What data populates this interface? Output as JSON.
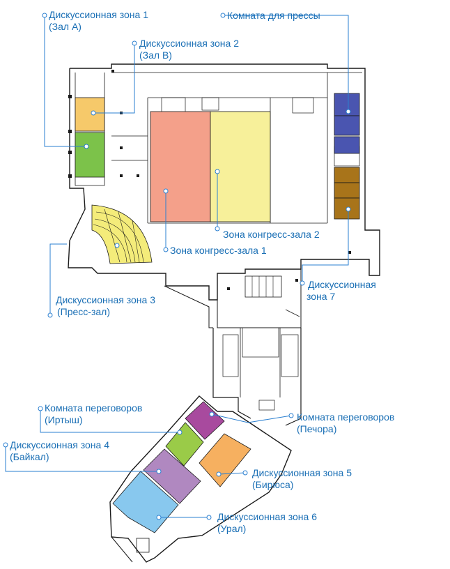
{
  "colors": {
    "label": "#1a6fb5",
    "leader": "#2a7fd0",
    "wall": "#1a1a1a",
    "zone1": "#f6c96a",
    "zone2": "#7cc24a",
    "zone3": "#f4ec7a",
    "congress1": "#f4a08a",
    "congress2": "#f7f09a",
    "press_room": "#4a55b0",
    "zone7": "#a8741a",
    "irtysh": "#a84a9e",
    "pechora": "#9acb48",
    "zone4": "#b088c0",
    "zone5": "#f6b060",
    "zone6": "#88c8ee"
  },
  "labels": {
    "zone1": {
      "line1": "Дискуссионная зона 1",
      "line2": "(Зал А)"
    },
    "zone2": {
      "line1": "Дискуссионная зона 2",
      "line2": "(Зал B)"
    },
    "press_room": {
      "line1": "Комната для прессы"
    },
    "congress2": {
      "line1": "Зона конгресс-зала 2"
    },
    "congress1": {
      "line1": "Зона конгресс-зала 1"
    },
    "zone3": {
      "line1": "Дискуссионная зона 3",
      "line2": "(Пресс-зал)"
    },
    "zone7": {
      "line1": "Дискуссионная",
      "line2": "зона 7"
    },
    "irtysh": {
      "line1": "Комната переговоров",
      "line2": "(Иртыш)"
    },
    "pechora": {
      "line1": "Комната переговоров",
      "line2": "(Печора)"
    },
    "zone4": {
      "line1": "Дискуссионная зона 4",
      "line2": "(Байкал)"
    },
    "zone5": {
      "line1": "Дискуссионная зона 5",
      "line2": "(Бирюса)"
    },
    "zone6": {
      "line1": "Дискуссионная зона 6",
      "line2": "(Урал)"
    }
  }
}
